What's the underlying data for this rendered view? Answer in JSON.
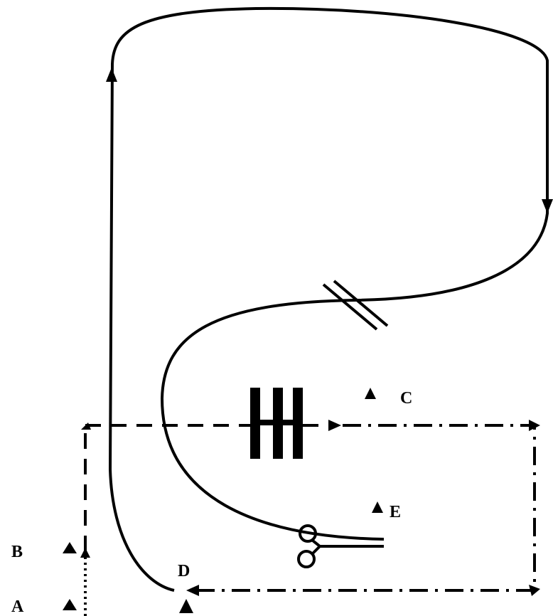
{
  "labels": {
    "A": "A",
    "B": "B",
    "C": "C",
    "D": "D",
    "E": "E"
  },
  "colors": {
    "line": "#000000",
    "background": "#ffffff"
  },
  "icons": {
    "scissors": "scissors-icon",
    "marker": "triangle-marker-icon",
    "block": "triple-bar-block-icon",
    "cut": "double-slash-icon"
  }
}
